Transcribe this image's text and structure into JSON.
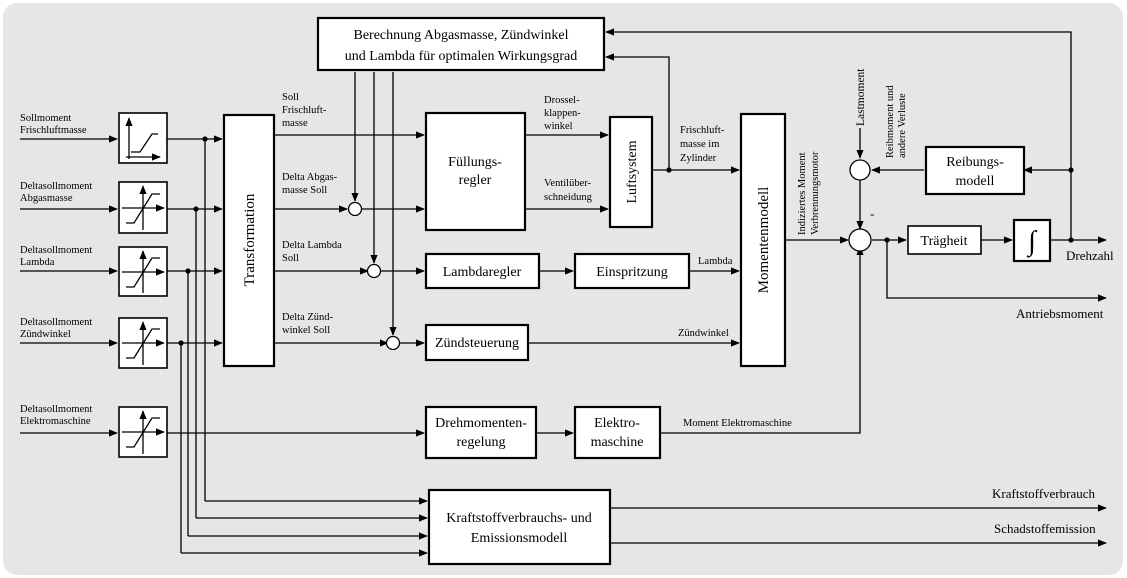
{
  "colors": {
    "background": "#e6e6e6",
    "block_fill": "#ffffff",
    "line": "#000000"
  },
  "inputs": {
    "sollmoment_frischluft": [
      "Sollmoment",
      "Frischluftmasse"
    ],
    "delta_abgasmasse": [
      "Deltasollmoment",
      "Abgasmasse"
    ],
    "delta_lambda": [
      "Deltasollmoment",
      "Lambda"
    ],
    "delta_zuendwinkel": [
      "Deltasollmoment",
      "Zündwinkel"
    ],
    "delta_elektromaschine": [
      "Deltasollmoment",
      "Elektromaschine"
    ]
  },
  "blocks": {
    "berechnung": [
      "Berechnung Abgasmasse, Zündwinkel",
      "und Lambda für optimalen Wirkungsgrad"
    ],
    "transformation": "Transformation",
    "fuellungsregler": [
      "Füllungs-",
      "regler"
    ],
    "luftsystem": "Luftsystem",
    "lambdaregler": "Lambdaregler",
    "einspritzung": "Einspritzung",
    "zuendsteuerung": "Zündsteuerung",
    "momentenmodell": "Momentenmodell",
    "drehmomentenregelung": [
      "Drehmomenten-",
      "regelung"
    ],
    "elektromaschine": [
      "Elektro-",
      "maschine"
    ],
    "kraftstoffmodell": [
      "Kraftstoffverbrauchs- und",
      "Emissionsmodell"
    ],
    "reibungsmodell": [
      "Reibungs-",
      "modell"
    ],
    "traegheit": "Trägheit",
    "integrator_symbol": "∫"
  },
  "signals": {
    "soll_frischluft": [
      "Soll",
      "Frischluft-",
      "masse"
    ],
    "delta_abgas_soll": [
      "Delta Abgas-",
      "masse Soll"
    ],
    "delta_lambda_soll": [
      "Delta Lambda",
      "Soll"
    ],
    "delta_zuendwinkel_soll": [
      "Delta Zünd-",
      "winkel Soll"
    ],
    "drosselklappenwinkel": [
      "Drossel-",
      "klappen-",
      "winkel"
    ],
    "ventilueberschneidung": [
      "Ventilüber-",
      "schneidung"
    ],
    "frischluftmasse_zylinder": [
      "Frischluft-",
      "masse im",
      "Zylinder"
    ],
    "lambda": "Lambda",
    "zuendwinkel": "Zündwinkel",
    "moment_elektromaschine": "Moment Elektromaschine",
    "indiziertes_moment": [
      "Indiziertes Moment",
      "Verbrennungsmotor"
    ],
    "reibmoment": [
      "Reibmoment und",
      "andere Verluste"
    ],
    "lastmoment": "Lastmoment",
    "minus_sign": "-"
  },
  "outputs": {
    "drehzahl": "Drehzahl",
    "antriebsmoment": "Antriebsmoment",
    "kraftstoffverbrauch": "Kraftstoffverbrauch",
    "schadstoffemission": "Schadstoffemission"
  }
}
